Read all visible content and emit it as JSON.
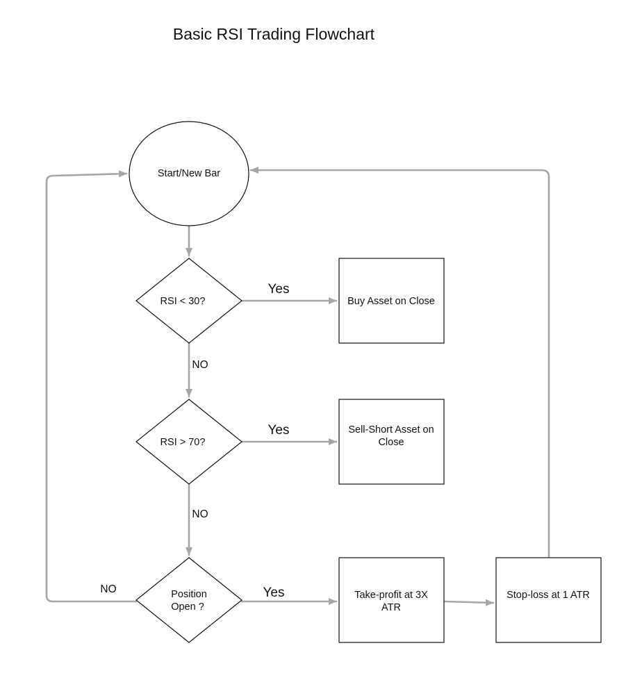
{
  "title": "Basic RSI Trading Flowchart",
  "colors": {
    "node_stroke": "#111111",
    "edge": "#a6a6a6",
    "text": "#111111",
    "background": "#ffffff"
  },
  "nodes": {
    "start": {
      "lines": [
        "Start/New Bar"
      ]
    },
    "rsi_low": {
      "lines": [
        "RSI < 30?"
      ]
    },
    "rsi_high": {
      "lines": [
        "RSI > 70?"
      ]
    },
    "position_open": {
      "lines": [
        "Position",
        "Open ?"
      ]
    },
    "buy": {
      "lines": [
        "Buy Asset on Close"
      ]
    },
    "sell_short": {
      "lines": [
        "Sell-Short Asset on",
        "Close"
      ]
    },
    "take_profit": {
      "lines": [
        "Take-profit at 3X",
        "ATR"
      ]
    },
    "stop_loss": {
      "lines": [
        "Stop-loss at 1 ATR"
      ]
    }
  },
  "edge_labels": {
    "rsi_low_yes": "Yes",
    "rsi_low_no": "NO",
    "rsi_high_yes": "Yes",
    "rsi_high_no": "NO",
    "position_yes": "Yes",
    "position_no": "NO"
  }
}
